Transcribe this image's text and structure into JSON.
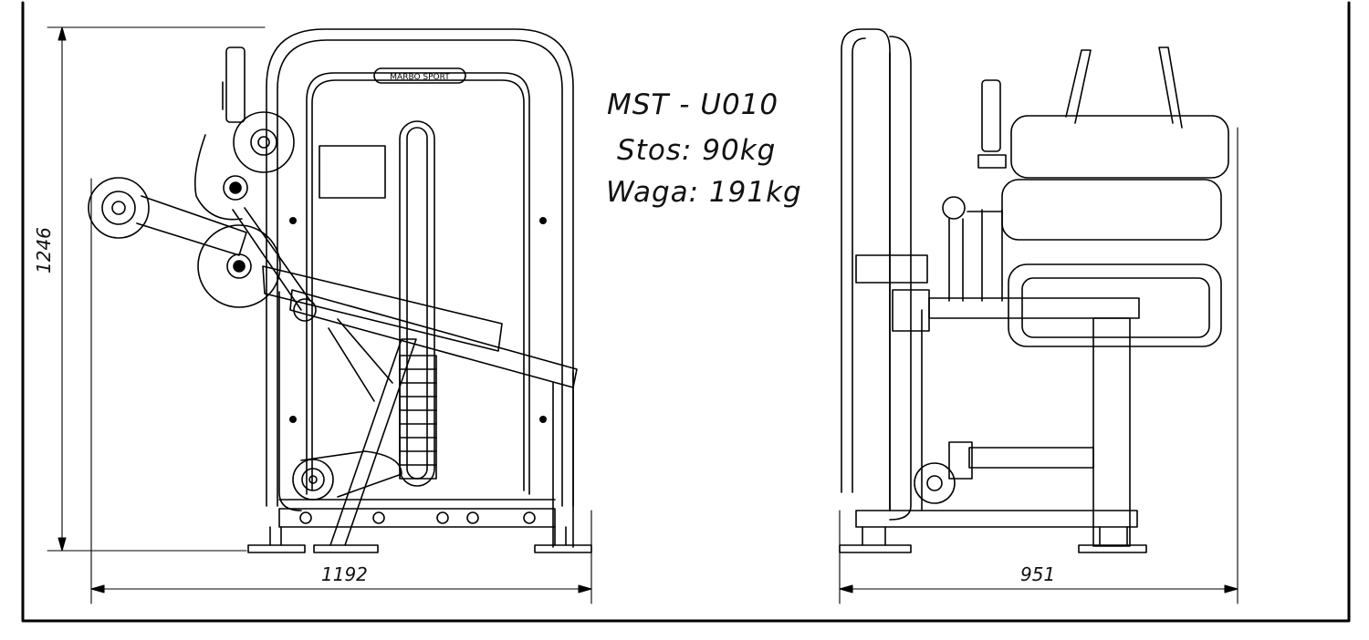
{
  "specs": {
    "model": "MST - U010",
    "stack": "Stos: 90kg",
    "weight": "Waga: 191kg"
  },
  "dimensions": {
    "height": "1246",
    "width_front": "1192",
    "width_side": "951"
  },
  "brand_logo": "MARBO SPORT",
  "colors": {
    "line": "#000000",
    "background": "#ffffff"
  }
}
